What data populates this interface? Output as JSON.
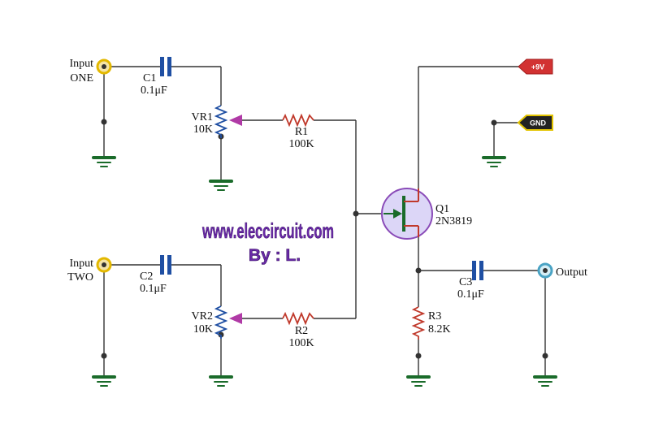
{
  "inputs": {
    "one": {
      "line1": "Input",
      "line2": "ONE"
    },
    "two": {
      "line1": "Input",
      "line2": "TWO"
    }
  },
  "output": {
    "label": "Output"
  },
  "supply": {
    "vplus": "+9V",
    "gnd": "GND"
  },
  "components": {
    "c1": {
      "ref": "C1",
      "value": "0.1μF"
    },
    "c2": {
      "ref": "C2",
      "value": "0.1μF"
    },
    "c3": {
      "ref": "C3",
      "value": "0.1μF"
    },
    "vr1": {
      "ref": "VR1",
      "value": "10K"
    },
    "vr2": {
      "ref": "VR2",
      "value": "10K"
    },
    "r1": {
      "ref": "R1",
      "value": "100K"
    },
    "r2": {
      "ref": "R2",
      "value": "100K"
    },
    "r3": {
      "ref": "R3",
      "value": "8.2K"
    },
    "q1": {
      "ref": "Q1",
      "value": "2N3819"
    }
  },
  "watermark": {
    "site": "www.eleccircuit.com",
    "by": "By : L."
  },
  "colors": {
    "wire": "#333333",
    "ground": "#1a6b2a",
    "capacitor": "#1f4fa3",
    "resistor": "#c0392b",
    "pot_wiper": "#b03aa6",
    "jack_ring": "#e3b800",
    "output_jack": "#4aa3c4",
    "vplus_tag": "#d23232",
    "gnd_tag": "#222222",
    "watermark": "#6a2aa8",
    "jfet_body": "#dcd6f7"
  }
}
